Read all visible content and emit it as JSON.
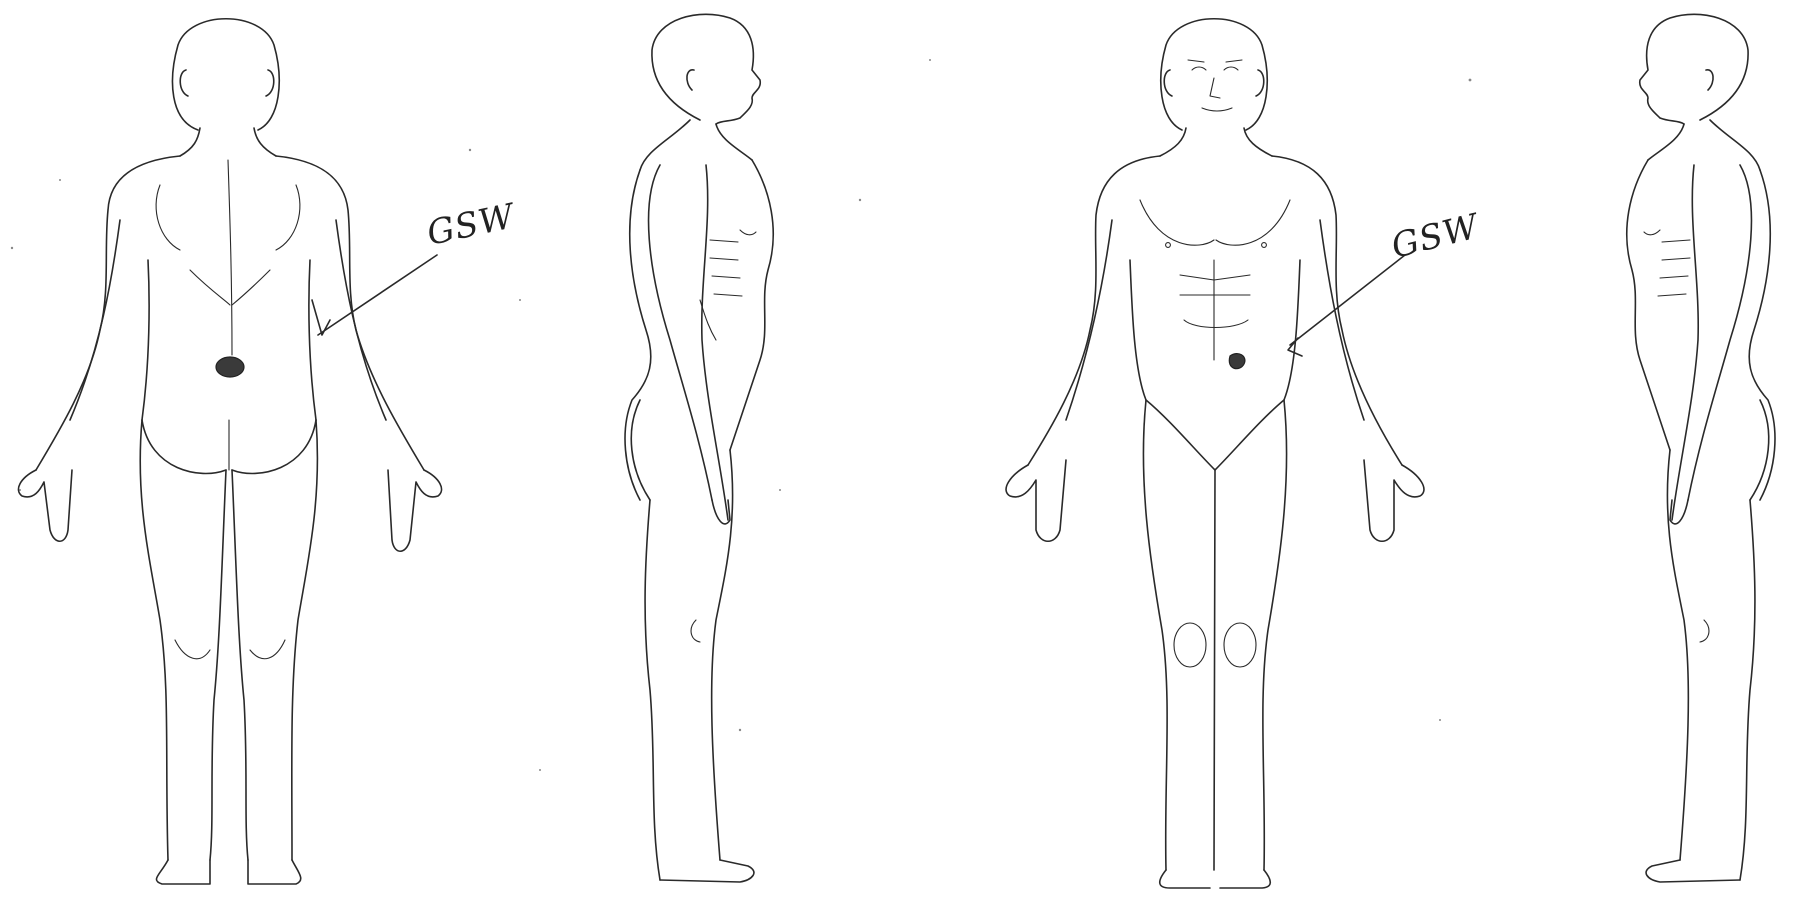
{
  "figures": [
    {
      "view": "back"
    },
    {
      "view": "right-side"
    },
    {
      "view": "front"
    },
    {
      "view": "left-side"
    }
  ],
  "annotations": [
    {
      "text": "GSW",
      "on_view": "back"
    },
    {
      "text": "GSW",
      "on_view": "front"
    }
  ],
  "colors": {
    "ink": "#2a2a2a",
    "paper": "#ffffff"
  }
}
